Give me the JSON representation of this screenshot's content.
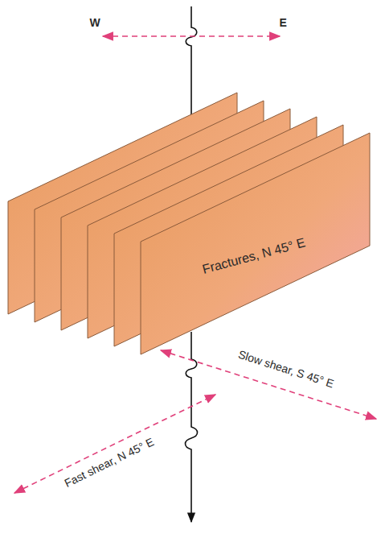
{
  "diagram": {
    "nodes": [
      {
        "text": [
          "Fractures, N 45° E"
        ]
      }
    ],
    "labels": [
      "W",
      "E",
      "Slow shear, S 45° E",
      "Fast shear, N 45° E"
    ]
  }
}
